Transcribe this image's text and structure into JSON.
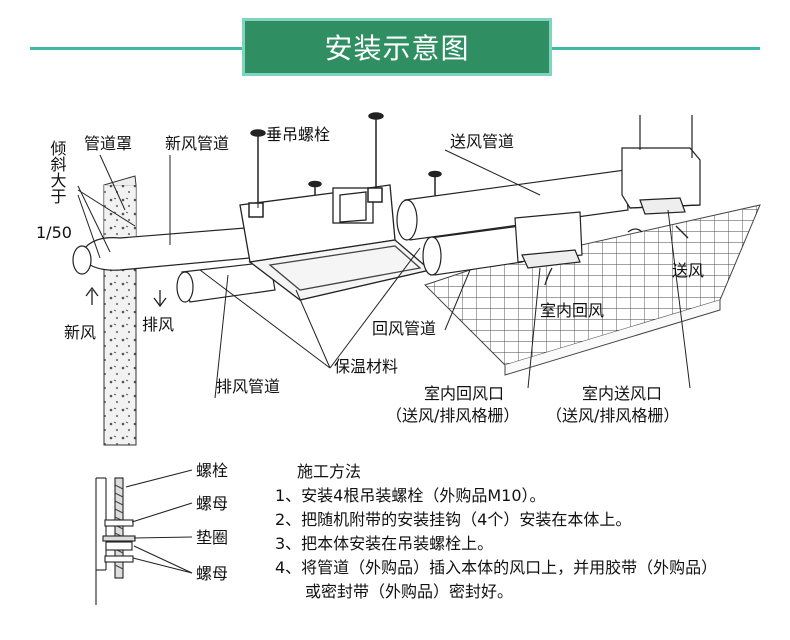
{
  "title": "安装示意图",
  "labels": {
    "pipe_cover": "管道罩",
    "fresh_air_duct": "新风管道",
    "hanging_bolt": "垂吊螺栓",
    "supply_duct": "送风管道",
    "slope": "倾斜大于",
    "slope_value": "1/50",
    "fresh_air": "新风",
    "exhaust": "排风",
    "return_duct": "回风管道",
    "indoor_return": "室内回风",
    "supply_air": "送风",
    "insulation": "保温材料",
    "exhaust_duct": "排风管道",
    "indoor_return_outlet": "室内回风口",
    "indoor_return_outlet_note": "（送风/排风格栅）",
    "indoor_supply_outlet": "室内送风口",
    "indoor_supply_outlet_note": "（送风/排风格栅）"
  },
  "detail": {
    "bolt": "螺栓",
    "nut_upper": "螺母",
    "washer": "垫圈",
    "nut_lower": "螺母"
  },
  "method": {
    "heading": "施工方法",
    "steps": [
      "1、安装4根吊装螺栓（外购品M10）。",
      "2、把随机附带的安装挂钩（4个）安装在本体上。",
      "3、把本体安装在吊装螺栓上。",
      "4、将管道（外购品）插入本体的风口上，并用胶带（外购品）",
      "或密封带（外购品）密封好。"
    ]
  },
  "colors": {
    "header_green": "#2f8f63",
    "header_border": "#7fd3bf",
    "header_line": "#3fb9a6"
  }
}
